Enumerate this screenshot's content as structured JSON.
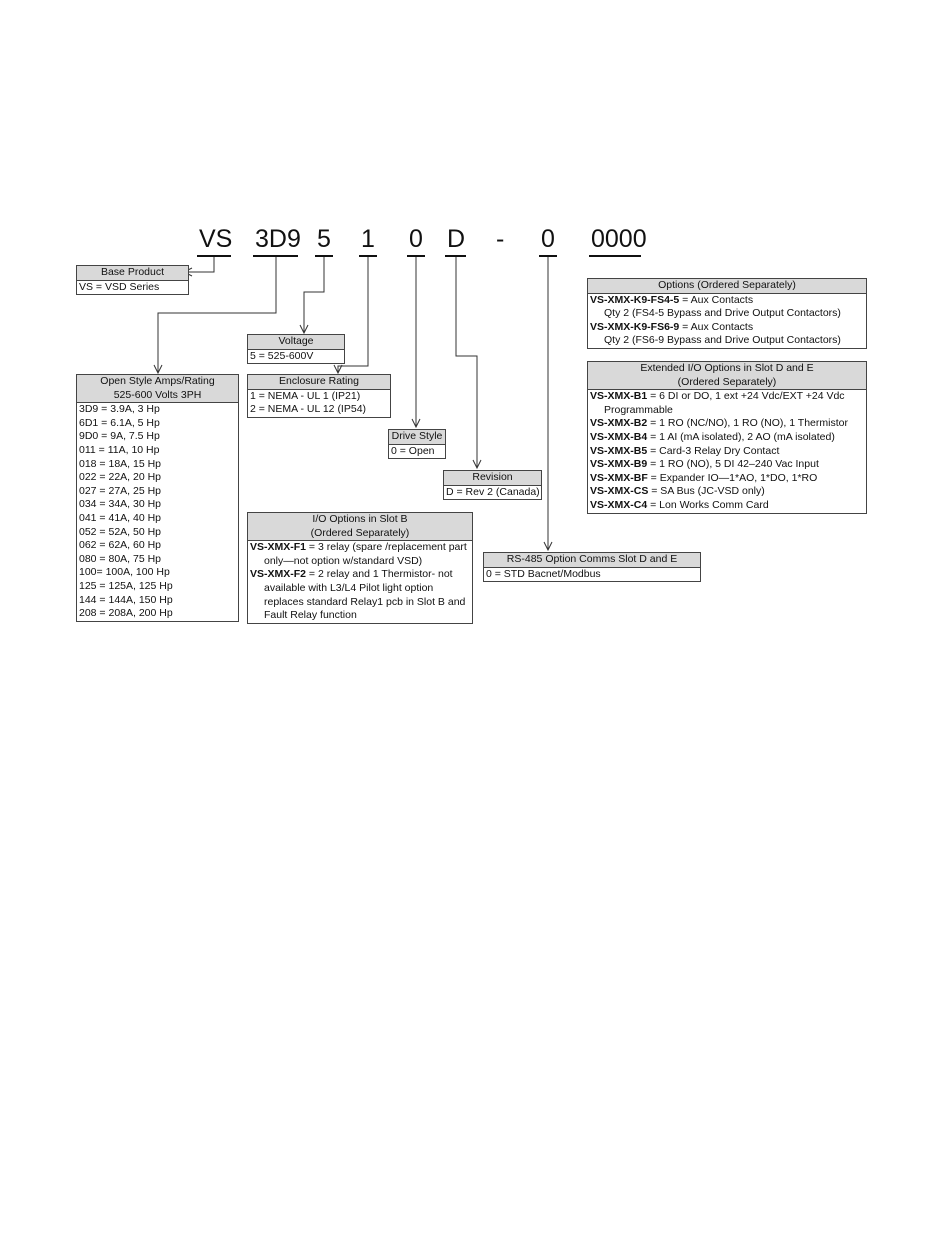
{
  "code": {
    "segments": [
      "VS",
      "3D9",
      "5",
      "1",
      "0",
      "D",
      "-",
      "0",
      "0000"
    ]
  },
  "base_product": {
    "title": "Base Product",
    "rows": [
      "VS = VSD Series"
    ]
  },
  "open_style": {
    "title_line1": "Open Style Amps/Rating",
    "title_line2": "525-600 Volts 3PH",
    "rows": [
      "3D9 = 3.9A, 3 Hp",
      "6D1 = 6.1A, 5 Hp",
      "9D0 = 9A, 7.5 Hp",
      "011 = 11A, 10 Hp",
      "018 = 18A, 15 Hp",
      "022 = 22A, 20 Hp",
      "027 = 27A, 25 Hp",
      "034 = 34A, 30 Hp",
      "041 = 41A, 40 Hp",
      "052 = 52A, 50 Hp",
      "062 = 62A, 60 Hp",
      "080 = 80A, 75 Hp",
      "100= 100A, 100 Hp",
      "125 = 125A, 125 Hp",
      "144 = 144A, 150 Hp",
      "208 = 208A, 200 Hp"
    ]
  },
  "voltage": {
    "title": "Voltage",
    "rows": [
      "5 = 525-600V"
    ]
  },
  "enclosure": {
    "title": "Enclosure Rating",
    "rows": [
      "1 = NEMA - UL 1 (IP21)",
      "2 = NEMA - UL 12 (IP54)"
    ]
  },
  "drive_style": {
    "title": "Drive Style",
    "rows": [
      "0 = Open"
    ]
  },
  "revision": {
    "title": "Revision",
    "rows": [
      "D = Rev 2 (Canada)"
    ]
  },
  "io_slot_b": {
    "title_line1": "I/O Options in Slot B",
    "title_line2": "(Ordered Separately)",
    "f1_code": "VS-XMX-F1",
    "f1_text": " = 3 relay (spare /replacement part",
    "f1_cont": "only—not option w/standard VSD)",
    "f2_code": "VS-XMX-F2",
    "f2_text": " = 2 relay and 1 Thermistor- not",
    "f2_cont1": "available with L3/L4 Pilot light option",
    "f2_cont2": "replaces standard Relay1 pcb in Slot B and",
    "f2_cont3": "Fault Relay function"
  },
  "rs485": {
    "title": "RS-485 Option Comms Slot D and E",
    "rows": [
      "0 = STD Bacnet/Modbus"
    ]
  },
  "options": {
    "title": "Options (Ordered Separately)",
    "k9_45_code": "VS-XMX-K9-FS4-5",
    "k9_45_text": " = Aux Contacts",
    "k9_45_cont": "Qty 2 (FS4-5 Bypass and Drive Output Contactors)",
    "k9_69_code": "VS-XMX-K9-FS6-9",
    "k9_69_text": " = Aux Contacts",
    "k9_69_cont": "Qty 2 (FS6-9 Bypass and Drive Output Contactors)"
  },
  "ext_io": {
    "title_line1": "Extended I/O Options in Slot D and E",
    "title_line2": "(Ordered Separately)",
    "b1_code": "VS-XMX-B1",
    "b1_text": " = 6 DI or DO, 1 ext +24 Vdc/EXT +24 Vdc",
    "b1_cont": "Programmable",
    "items": [
      {
        "code": "VS-XMX-B2",
        "text": " = 1 RO (NC/NO), 1 RO (NO), 1 Thermistor"
      },
      {
        "code": "VS-XMX-B4",
        "text": " = 1 AI (mA isolated), 2 AO (mA isolated)"
      },
      {
        "code": "VS-XMX-B5",
        "text": " = Card-3 Relay Dry Contact"
      },
      {
        "code": "VS-XMX-B9",
        "text": " = 1 RO (NO), 5 DI 42–240 Vac Input"
      },
      {
        "code": "VS-XMX-BF",
        "text": " = Expander IO—1*AO, 1*DO, 1*RO"
      },
      {
        "code": "VS-XMX-CS",
        "text": " = SA Bus (JC-VSD only)"
      },
      {
        "code": "VS-XMX-C4",
        "text": " = Lon Works Comm Card"
      }
    ]
  }
}
